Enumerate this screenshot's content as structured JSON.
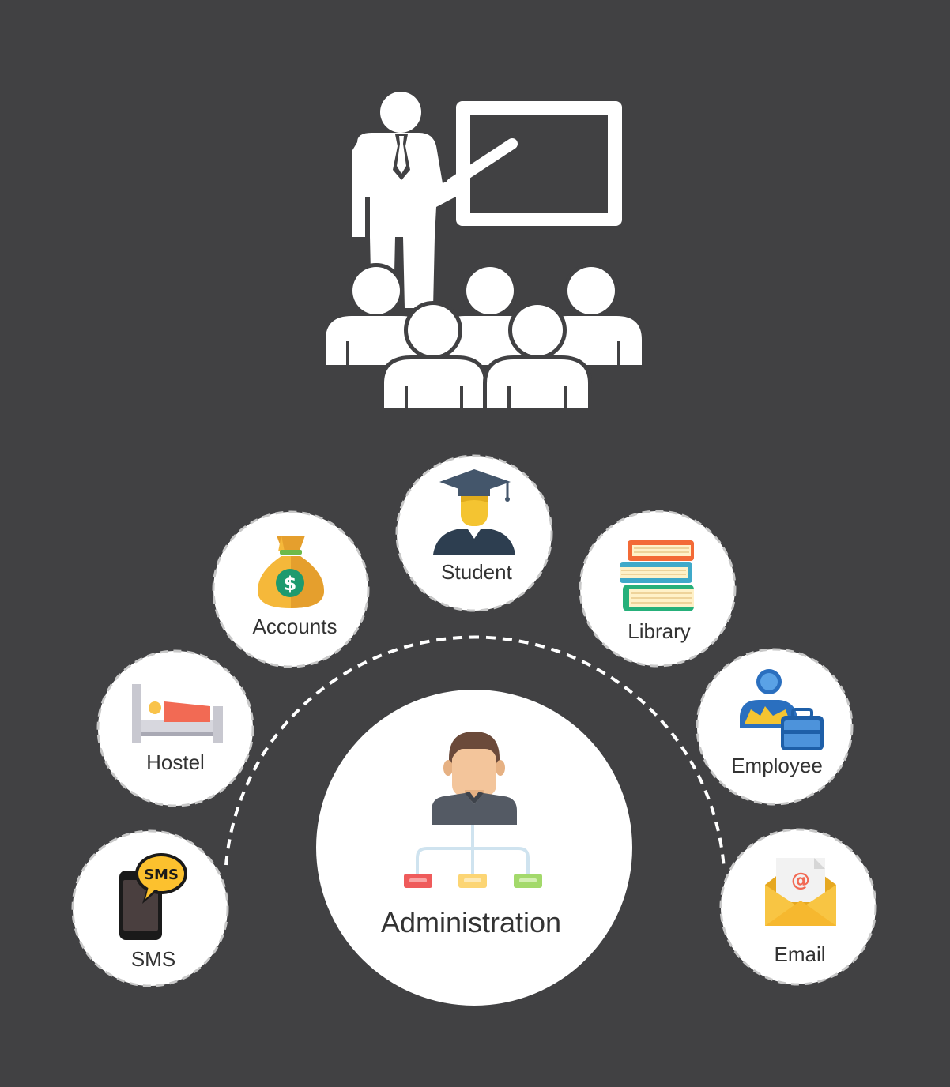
{
  "hero": {
    "icon": "teacher-presenting-to-students-icon"
  },
  "hub": {
    "label": "Administration",
    "icon": "administrator-org-chart-icon"
  },
  "modules": [
    {
      "key": "sms",
      "label": "SMS",
      "icon": "sms-phone-icon"
    },
    {
      "key": "hostel",
      "label": "Hostel",
      "icon": "hostel-bed-icon"
    },
    {
      "key": "accounts",
      "label": "Accounts",
      "icon": "money-bag-icon"
    },
    {
      "key": "student",
      "label": "Student",
      "icon": "graduate-student-icon"
    },
    {
      "key": "library",
      "label": "Library",
      "icon": "books-icon"
    },
    {
      "key": "employee",
      "label": "Employee",
      "icon": "employee-briefcase-icon"
    },
    {
      "key": "email",
      "label": "Email",
      "icon": "email-envelope-icon"
    }
  ],
  "colors": {
    "background": "#414143",
    "circle": "#ffffff",
    "dash": "#ffffff",
    "text": "#333333"
  }
}
